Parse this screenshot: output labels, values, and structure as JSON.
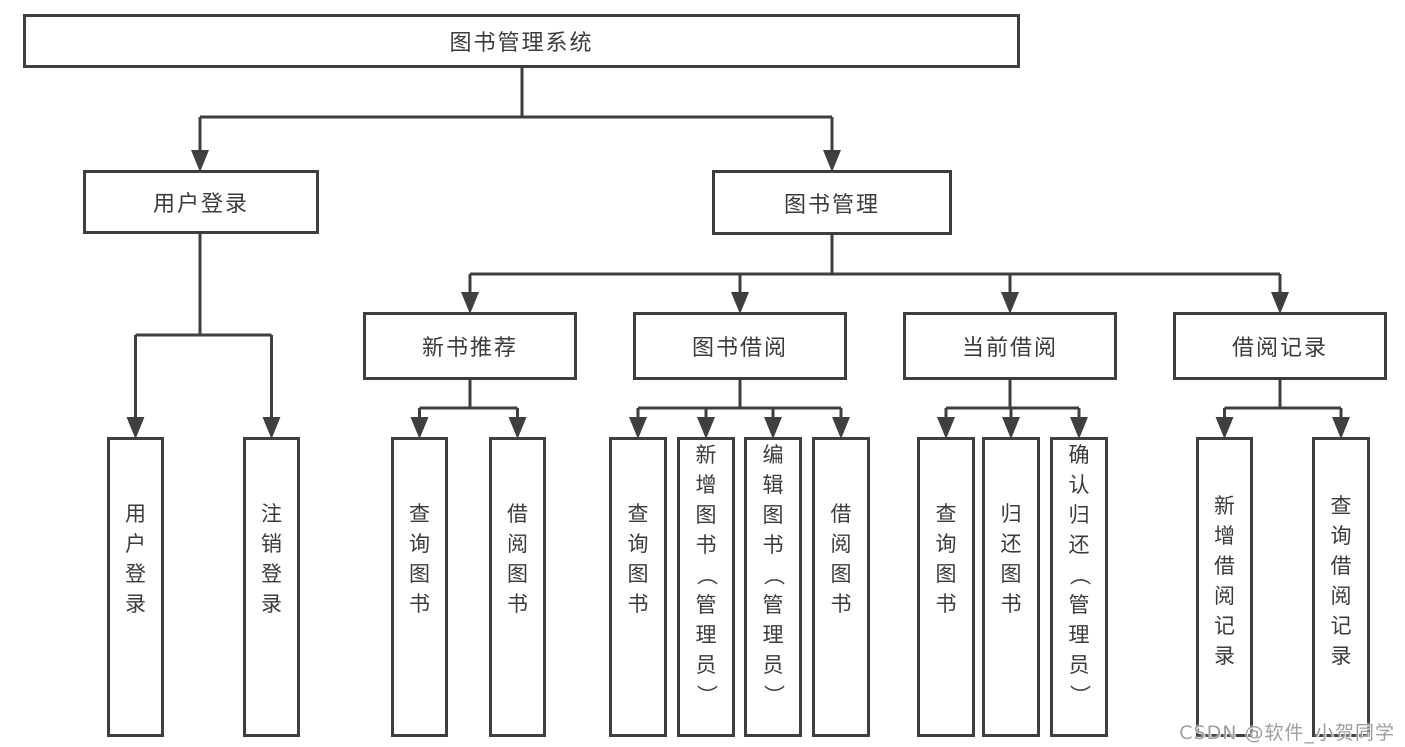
{
  "tree": {
    "root": {
      "label": "图书管理系统"
    },
    "branches": [
      {
        "label": "用户登录",
        "children": [
          {
            "label": "用户登录"
          },
          {
            "label": "注销登录"
          }
        ]
      },
      {
        "label": "图书管理",
        "children": [
          {
            "label": "新书推荐",
            "children": [
              {
                "label": "查询图书"
              },
              {
                "label": "借阅图书"
              }
            ]
          },
          {
            "label": "图书借阅",
            "children": [
              {
                "label": "查询图书"
              },
              {
                "label": "新增图书（管理员）"
              },
              {
                "label": "编辑图书（管理员）"
              },
              {
                "label": "借阅图书"
              }
            ]
          },
          {
            "label": "当前借阅",
            "children": [
              {
                "label": "查询图书"
              },
              {
                "label": "归还图书"
              },
              {
                "label": "确认归还（管理员）"
              }
            ]
          },
          {
            "label": "借阅记录",
            "children": [
              {
                "label": "新增借阅记录"
              },
              {
                "label": "查询借阅记录"
              }
            ]
          }
        ]
      }
    ]
  },
  "watermark": {
    "text": "CSDN @软件_小贺同学"
  },
  "colors": {
    "line": "#3f3f3f",
    "text": "#3b3b3b",
    "background": "#ffffff",
    "watermark": "#9f9f9f"
  }
}
